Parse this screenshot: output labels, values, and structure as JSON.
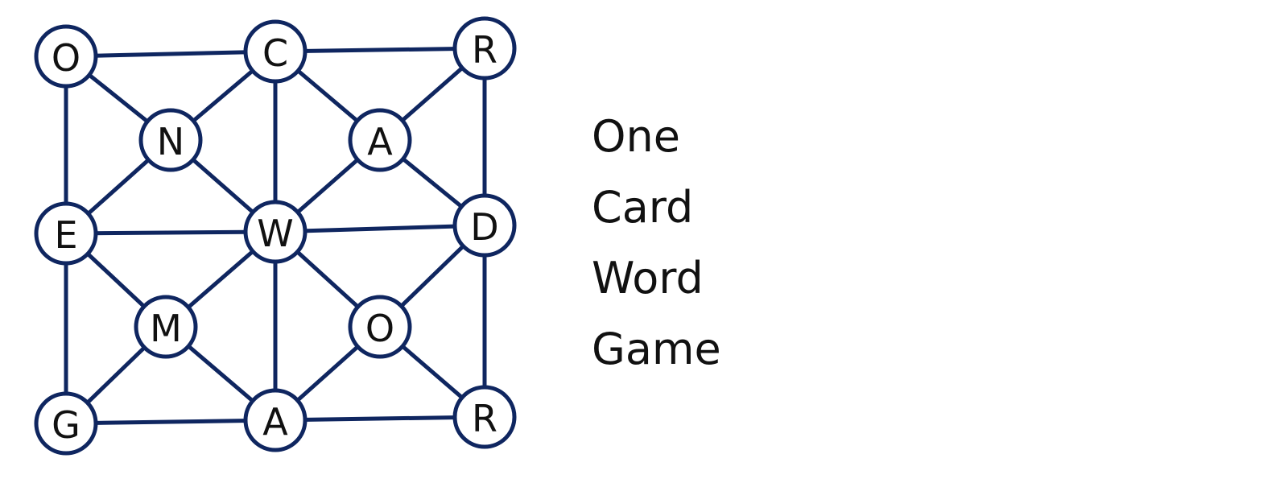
{
  "board": {
    "line_color": "#0f2660",
    "node_fill": "#ffffff",
    "nodes": [
      {
        "id": "n1",
        "letter": "O"
      },
      {
        "id": "n2",
        "letter": "C"
      },
      {
        "id": "n3",
        "letter": "R"
      },
      {
        "id": "n4",
        "letter": "N"
      },
      {
        "id": "n5",
        "letter": "A"
      },
      {
        "id": "n6",
        "letter": "E"
      },
      {
        "id": "n7",
        "letter": "W"
      },
      {
        "id": "n8",
        "letter": "D"
      },
      {
        "id": "n9",
        "letter": "M"
      },
      {
        "id": "n10",
        "letter": "O"
      },
      {
        "id": "n11",
        "letter": "G"
      },
      {
        "id": "n12",
        "letter": "A"
      },
      {
        "id": "n13",
        "letter": "R"
      }
    ],
    "edges": [
      [
        "n1",
        "n2"
      ],
      [
        "n2",
        "n3"
      ],
      [
        "n6",
        "n7"
      ],
      [
        "n7",
        "n8"
      ],
      [
        "n11",
        "n12"
      ],
      [
        "n12",
        "n13"
      ],
      [
        "n1",
        "n6"
      ],
      [
        "n6",
        "n11"
      ],
      [
        "n2",
        "n7"
      ],
      [
        "n7",
        "n12"
      ],
      [
        "n3",
        "n8"
      ],
      [
        "n8",
        "n13"
      ],
      [
        "n1",
        "n4"
      ],
      [
        "n4",
        "n7"
      ],
      [
        "n2",
        "n4"
      ],
      [
        "n4",
        "n6"
      ],
      [
        "n2",
        "n5"
      ],
      [
        "n5",
        "n8"
      ],
      [
        "n3",
        "n5"
      ],
      [
        "n5",
        "n7"
      ],
      [
        "n6",
        "n9"
      ],
      [
        "n9",
        "n12"
      ],
      [
        "n7",
        "n9"
      ],
      [
        "n9",
        "n11"
      ],
      [
        "n7",
        "n10"
      ],
      [
        "n10",
        "n13"
      ],
      [
        "n8",
        "n10"
      ],
      [
        "n10",
        "n12"
      ]
    ]
  },
  "words": [
    "One",
    "Card",
    "Word",
    "Game"
  ]
}
